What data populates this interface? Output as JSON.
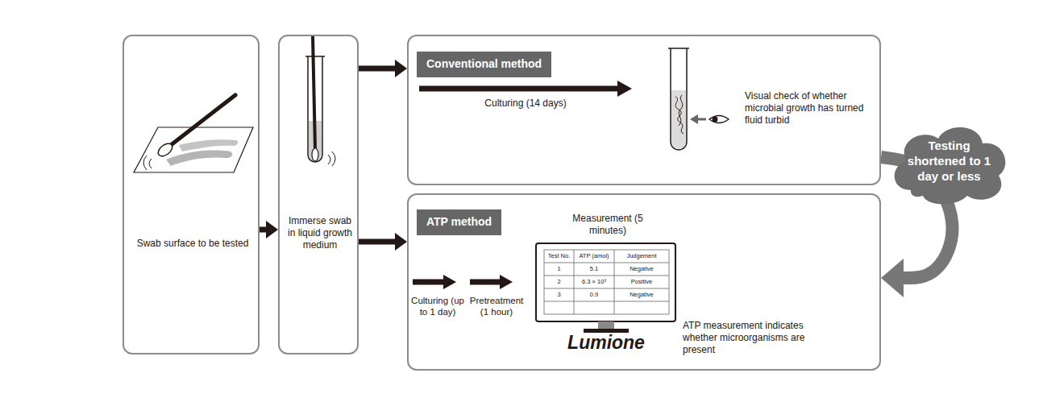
{
  "diagram": {
    "nodes": [
      {
        "text": [
          "Swab surface to be tested"
        ]
      },
      {
        "text": [
          "Immerse swab in liquid growth medium"
        ]
      },
      {
        "text": [
          "Culturing (14 days)",
          "Visual check of whether microbial growth has turned fluid turbid"
        ]
      },
      {
        "text": [
          "Conventional method"
        ],
        "in": 2
      },
      {
        "text": [
          "Culturing (up to 1 day)",
          "Pretreatment (1 hour)",
          "Measurement (5 minutes)",
          "ATP measurement indicates whether microorganisms are present"
        ]
      },
      {
        "text": [
          "ATP method"
        ],
        "in": 4
      },
      {
        "text": [
          "Testing shortened to 1 day or less"
        ]
      }
    ],
    "edges": [
      {
        "from": 0,
        "to": 1,
        "arrow": "to"
      },
      {
        "from": 1,
        "to": 2,
        "arrow": "to"
      },
      {
        "from": 1,
        "to": 4,
        "arrow": "to"
      },
      {
        "from": 2,
        "to": 4,
        "arrow": "to"
      }
    ],
    "labels": [
      "Test No.",
      "ATP (amol)",
      "Judgement",
      "1",
      "5.1",
      "Negative",
      "2",
      "6.3 × 10³",
      "Positive",
      "3",
      "0.9",
      "Negative",
      "Lumione"
    ]
  }
}
